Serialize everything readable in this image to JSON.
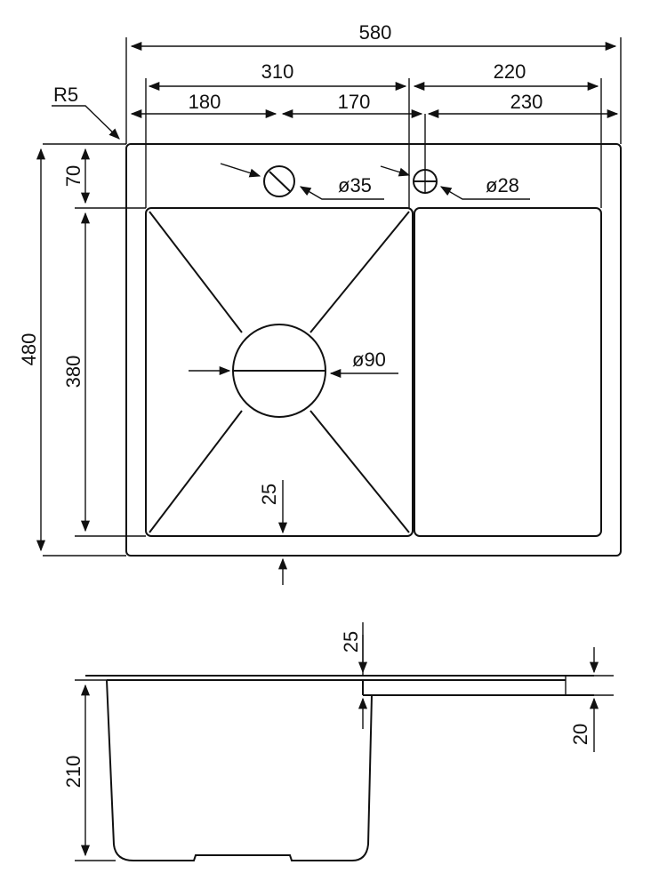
{
  "top_view": {
    "overall_width": "580",
    "bowl_section_width": "310",
    "drainer_width": "220",
    "bowl_to_tap_hole": "180",
    "tap_to_drainer": "170",
    "drainer_edge_width": "230",
    "corner_radius": "R5",
    "overall_depth": "480",
    "top_deck_depth": "70",
    "bowl_depth": "380",
    "bottom_margin": "25",
    "tap_hole_diameter": "ø35",
    "small_hole_diameter": "ø28",
    "drain_diameter": "ø90"
  },
  "side_view": {
    "rim_thickness": "25",
    "drainer_thickness": "20",
    "bowl_height": "210"
  }
}
